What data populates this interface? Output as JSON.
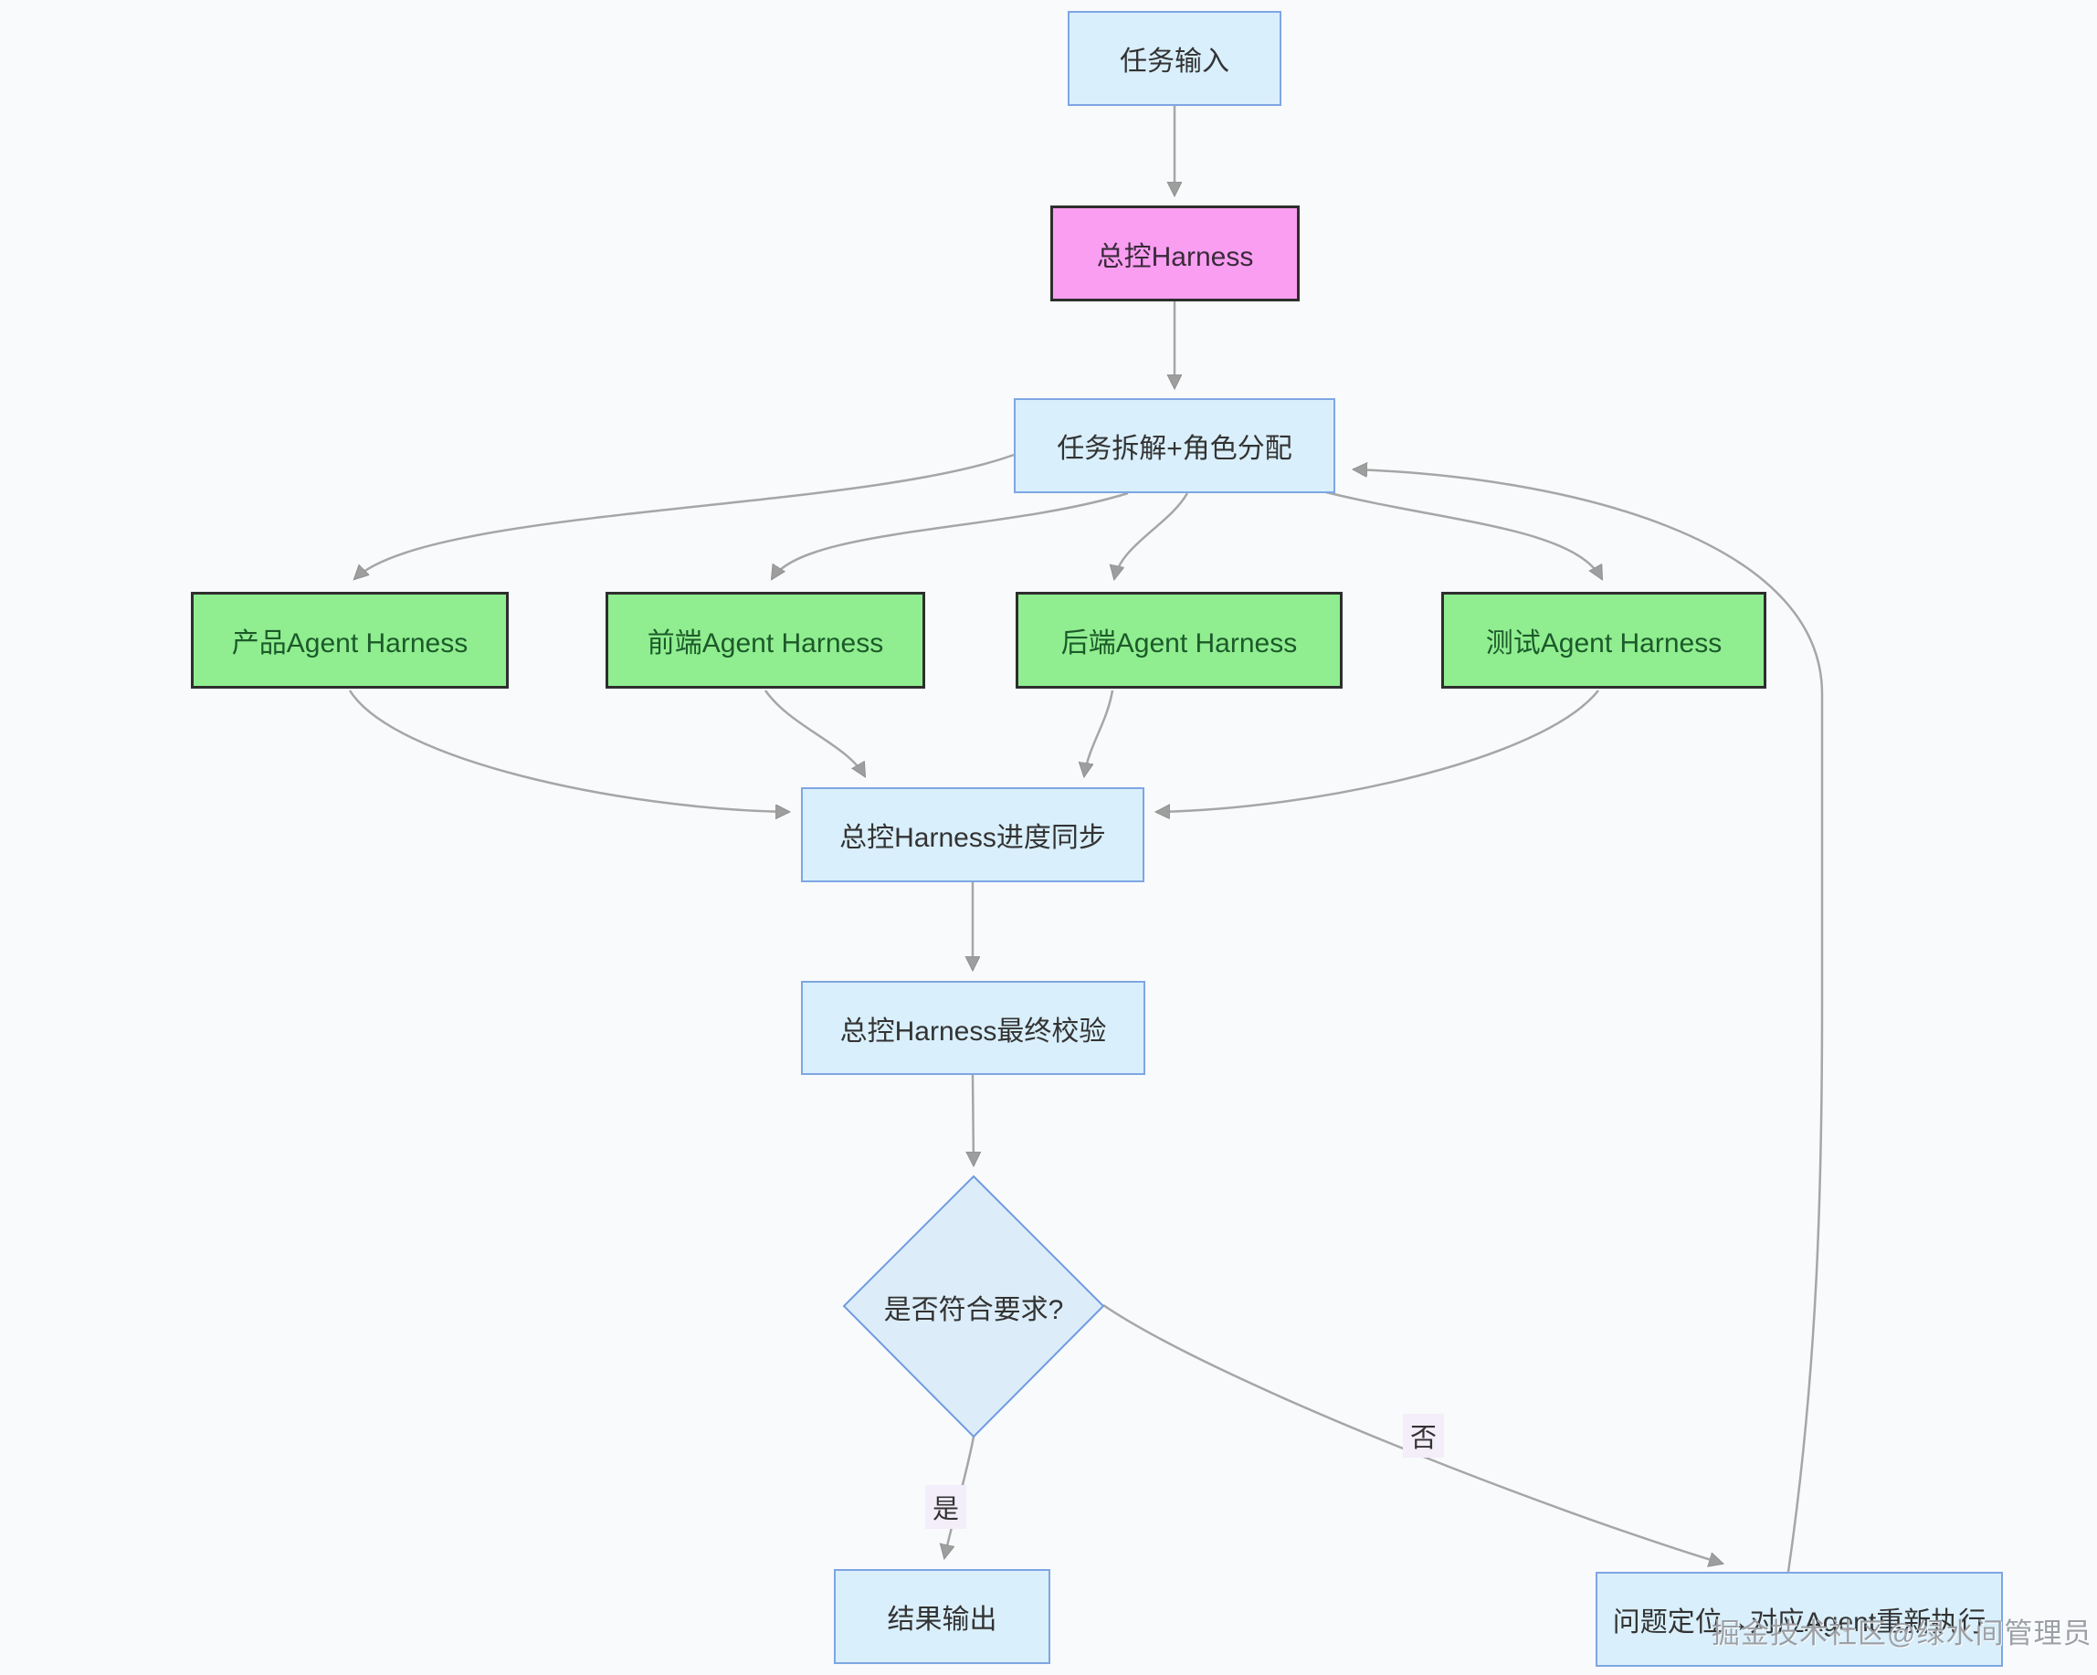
{
  "diagram": {
    "type": "flowchart",
    "nodes": {
      "task_input": "任务输入",
      "master_harness": "总控Harness",
      "task_split": "任务拆解+角色分配",
      "product_agent": "产品Agent Harness",
      "frontend_agent": "前端Agent Harness",
      "backend_agent": "后端Agent Harness",
      "test_agent": "测试Agent Harness",
      "progress_sync": "总控Harness进度同步",
      "final_check": "总控Harness最终校验",
      "decision": "是否符合要求?",
      "result_output": "结果输出",
      "problem_relocate": "问题定位→对应Agent重新执行"
    },
    "edge_labels": {
      "yes": "是",
      "no": "否"
    },
    "edges": [
      "任务输入 → 总控Harness",
      "总控Harness → 任务拆解+角色分配",
      "任务拆解+角色分配 → 产品Agent Harness",
      "任务拆解+角色分配 → 前端Agent Harness",
      "任务拆解+角色分配 → 后端Agent Harness",
      "任务拆解+角色分配 → 测试Agent Harness",
      "产品Agent Harness → 总控Harness进度同步",
      "前端Agent Harness → 总控Harness进度同步",
      "后端Agent Harness → 总控Harness进度同步",
      "测试Agent Harness → 总控Harness进度同步",
      "总控Harness进度同步 → 总控Harness最终校验",
      "总控Harness最终校验 → 是否符合要求?",
      "是否符合要求? →(是) 结果输出",
      "是否符合要求? →(否) 问题定位→对应Agent重新执行",
      "问题定位→对应Agent重新执行 → 任务拆解+角色分配"
    ],
    "watermark": "掘金技术社区@绿水间管理员",
    "colors": {
      "background": "#f8fafc",
      "blue_node_fill": "#d9effb",
      "blue_node_border": "#7ea6e3",
      "green_node_fill": "#90ee90",
      "green_node_text": "#1c5a2a",
      "pink_node_fill": "#fa9ef2",
      "dark_node_border": "#2e2e2e",
      "edge_stroke": "#a0a0a0",
      "edge_label_bg": "#f3eef9",
      "diamond_fill": "#dcedf9",
      "diamond_border": "#709be0"
    }
  }
}
